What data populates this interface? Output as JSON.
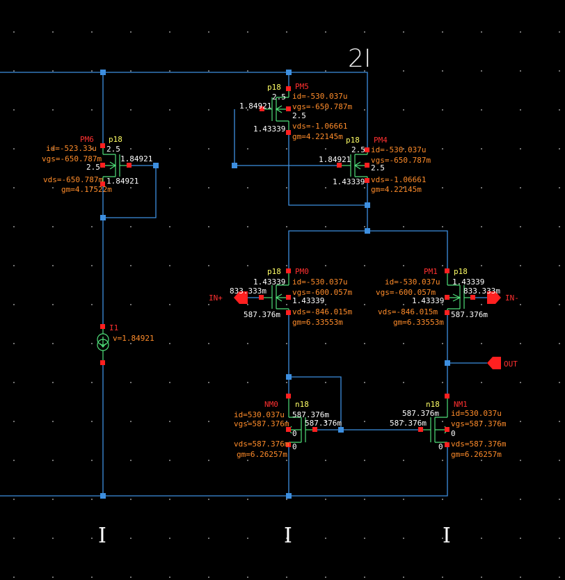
{
  "title_2i": "2I",
  "marks_i": [
    "I",
    "I",
    "I"
  ],
  "pins": {
    "in_plus": "IN+",
    "in_minus": "IN-",
    "out": "OUT"
  },
  "pm6": {
    "name": "PM6",
    "model": "p18",
    "lines": [
      "id=-523.33u",
      "vgs=-650.787m",
      "vds=-650.787m",
      "gm=4.17522m"
    ],
    "v_top": "2.5",
    "v_left": "2.5",
    "v_gate": "1.84921",
    "v_bot": "1.84921"
  },
  "pm5": {
    "name": "PM5",
    "model": "p18",
    "lines": [
      "id=-530.037u",
      "vgs=-650.787m",
      "vds=-1.06661",
      "gm=4.22145m"
    ],
    "v_top": "2.5",
    "v_right": "2.5",
    "v_gate": "1.84921",
    "v_bot": "1.43339"
  },
  "pm4": {
    "name": "PM4",
    "model": "p18",
    "lines": [
      "id=-530.037u",
      "vgs=-650.787m",
      "vds=-1.06661",
      "gm=4.22145m"
    ],
    "v_top": "2.5",
    "v_right": "2.5",
    "v_gate": "1.84921",
    "v_bot": "1.43339"
  },
  "pm0": {
    "name": "PM0",
    "model": "p18",
    "lines": [
      "id=-530.037u",
      "vgs=-600.057m",
      "vds=-846.015m",
      "gm=6.33553m"
    ],
    "v_top": "1.43339",
    "v_right": "1.43339",
    "v_gate": "833.333m",
    "v_bot": "587.376m"
  },
  "pm1": {
    "name": "PM1",
    "model": "p18",
    "lines": [
      "id=-530.037u",
      "vgs=-600.057m",
      "vds=-846.015m",
      "gm=6.33553m"
    ],
    "v_top": "1.43339",
    "v_left": "1.43339",
    "v_gate": "833.333m",
    "v_bot": "587.376m"
  },
  "nm0": {
    "name": "NM0",
    "model": "n18",
    "lines": [
      "id=530.037u",
      "vgs=587.376m",
      "vds=587.376m",
      "gm=6.26257m"
    ],
    "v_top": "587.376m",
    "v_gate": "587.376m",
    "v_right": "0",
    "v_bot": "0"
  },
  "nm1": {
    "name": "NM1",
    "model": "n18",
    "lines": [
      "id=530.037u",
      "vgs=587.376m",
      "vds=587.376m",
      "gm=6.26257m"
    ],
    "v_top": "587.376m",
    "v_gate": "587.376m",
    "v_left": "0",
    "v_bot": "0"
  },
  "i1": {
    "name": "I1",
    "v": "v=1.84921"
  }
}
